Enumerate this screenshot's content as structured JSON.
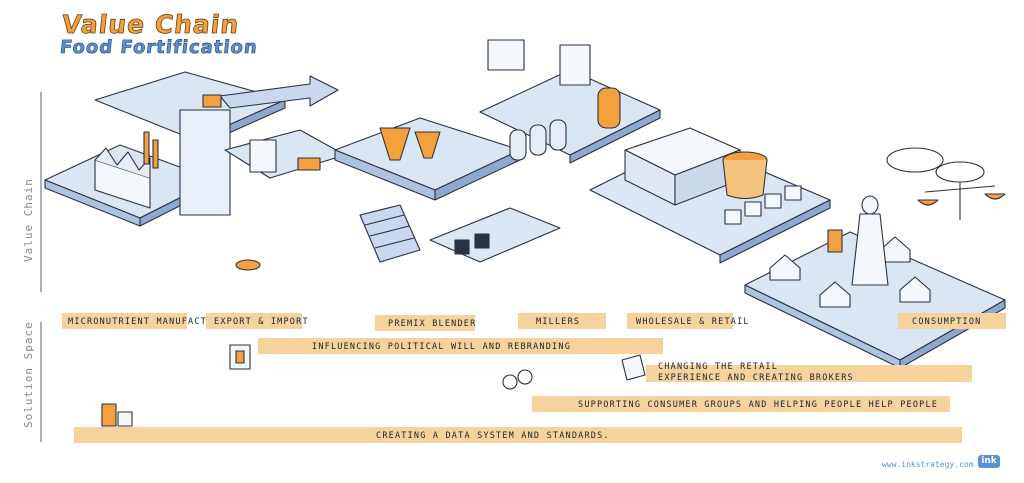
{
  "title": {
    "line1": "Value Chain",
    "line2": "Food Fortification"
  },
  "side_labels": {
    "value_chain": "Value Chain",
    "solution_space": "Solution Space"
  },
  "stages": [
    "Micronutrient Manufacture",
    "Export & Import",
    "Premix Blender",
    "Millers",
    "Wholesale & Retail",
    "Consumption"
  ],
  "solutions": [
    "Influencing political will and rebranding",
    "Changing the retail",
    "experience and creating brokers",
    "Supporting consumer groups and helping people help people",
    "Creating a data system and standards."
  ],
  "footer": {
    "url": "www.inkstrategy.com",
    "logo": "ink"
  },
  "colors": {
    "accent_orange": "#f2a13c",
    "accent_blue": "#5b8fd6",
    "bar_fill": "#f6d29c",
    "platform_fill": "#dbe6f5"
  }
}
